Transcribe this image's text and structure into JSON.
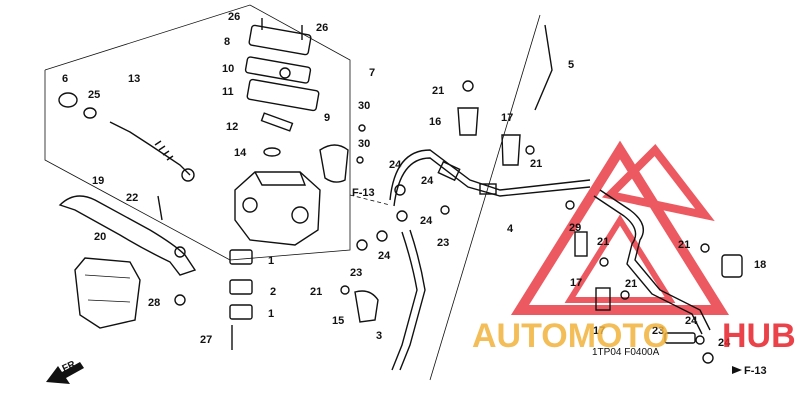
{
  "diagram": {
    "labels": [
      {
        "id": "l26a",
        "text": "26"
      },
      {
        "id": "l26b",
        "text": "26"
      },
      {
        "id": "l8",
        "text": "8"
      },
      {
        "id": "l10",
        "text": "10"
      },
      {
        "id": "l11",
        "text": "11"
      },
      {
        "id": "l7",
        "text": "7"
      },
      {
        "id": "l6",
        "text": "6"
      },
      {
        "id": "l13",
        "text": "13"
      },
      {
        "id": "l25",
        "text": "25"
      },
      {
        "id": "l12",
        "text": "12"
      },
      {
        "id": "l14",
        "text": "14"
      },
      {
        "id": "l9",
        "text": "9"
      },
      {
        "id": "l30a",
        "text": "30"
      },
      {
        "id": "l30b",
        "text": "30"
      },
      {
        "id": "l19",
        "text": "19"
      },
      {
        "id": "l22",
        "text": "22"
      },
      {
        "id": "l20",
        "text": "20"
      },
      {
        "id": "l1a",
        "text": "1"
      },
      {
        "id": "l2",
        "text": "2"
      },
      {
        "id": "l1b",
        "text": "1"
      },
      {
        "id": "l28",
        "text": "28"
      },
      {
        "id": "l27",
        "text": "27"
      },
      {
        "id": "l5",
        "text": "5"
      },
      {
        "id": "l21a",
        "text": "21"
      },
      {
        "id": "l16",
        "text": "16"
      },
      {
        "id": "l17a",
        "text": "17"
      },
      {
        "id": "l21b",
        "text": "21"
      },
      {
        "id": "l24a",
        "text": "24"
      },
      {
        "id": "l24b",
        "text": "24"
      },
      {
        "id": "l24c",
        "text": "24"
      },
      {
        "id": "l23a",
        "text": "23"
      },
      {
        "id": "l4",
        "text": "4"
      },
      {
        "id": "l23b",
        "text": "23"
      },
      {
        "id": "l24d",
        "text": "24"
      },
      {
        "id": "l21c",
        "text": "21"
      },
      {
        "id": "l15",
        "text": "15"
      },
      {
        "id": "l3",
        "text": "3"
      },
      {
        "id": "l29",
        "text": "29"
      },
      {
        "id": "l21d",
        "text": "21"
      },
      {
        "id": "l17b",
        "text": "17"
      },
      {
        "id": "l21e",
        "text": "21"
      },
      {
        "id": "l18",
        "text": "18"
      },
      {
        "id": "l21f",
        "text": "21"
      },
      {
        "id": "l17c",
        "text": "17"
      },
      {
        "id": "l23c",
        "text": "23"
      },
      {
        "id": "l24e",
        "text": "24"
      },
      {
        "id": "l24f",
        "text": "24"
      }
    ],
    "refs": {
      "f13_top": "F-13",
      "f13_bottom": "F-13",
      "fr_arrow": "FR."
    },
    "code": "1TP04  F0400A",
    "watermark": {
      "left": "AUTOMOTO",
      "right": "HUB",
      "color": "#e8222b",
      "gold": "#f2b23a"
    }
  }
}
